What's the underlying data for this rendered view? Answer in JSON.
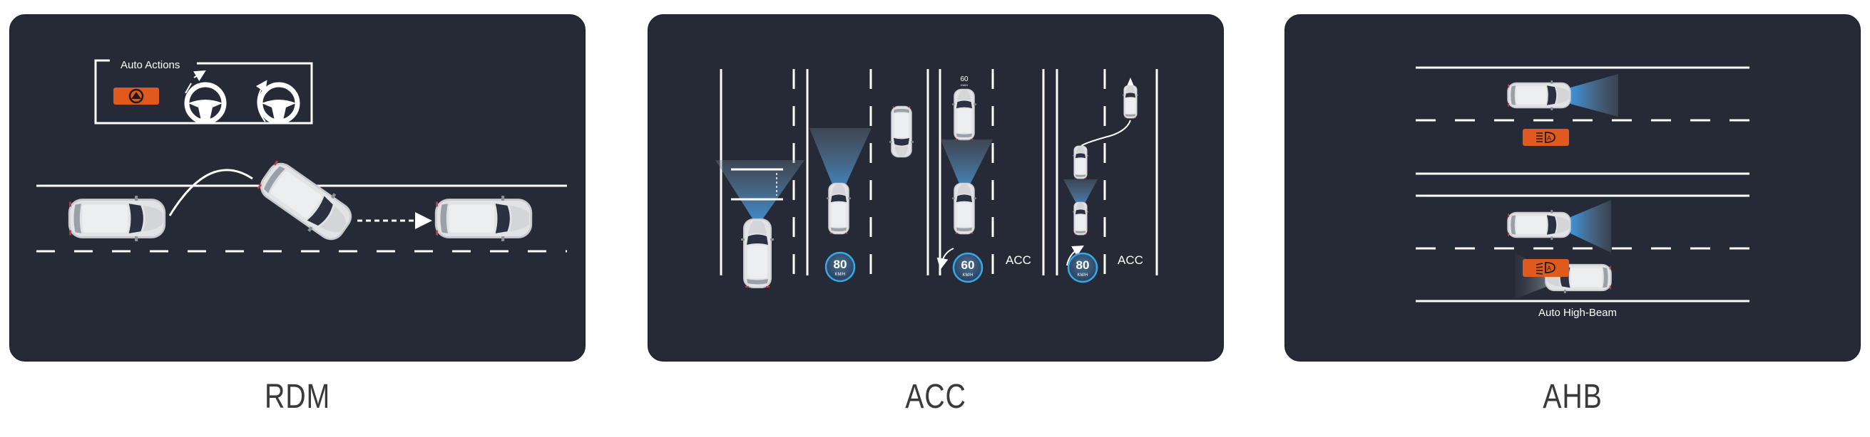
{
  "panels": [
    {
      "id": "rdm",
      "caption": "RDM",
      "auto_actions_label": "Auto Actions",
      "icons": [
        "road-departure-warning-icon",
        "steering-wheel-icon",
        "steering-wheel-icon"
      ]
    },
    {
      "id": "acc",
      "caption": "ACC",
      "lead_speed": "60",
      "lead_speed_unit": "KM/H",
      "badges": [
        {
          "speed": "80",
          "unit": "KM/H"
        },
        {
          "speed": "60",
          "unit": "KM/H"
        },
        {
          "speed": "80",
          "unit": "KM/H"
        }
      ],
      "acc_labels": [
        "ACC",
        "ACC"
      ]
    },
    {
      "id": "ahb",
      "caption": "AHB",
      "footer_label": "Auto High-Beam",
      "icons": [
        "auto-high-beam-icon",
        "auto-high-beam-icon"
      ]
    }
  ],
  "colors": {
    "panel_bg": "#252a36",
    "accent_orange": "#e05a1e",
    "beam_blue": "#3d94dc",
    "badge_ring": "#38a8e8"
  }
}
